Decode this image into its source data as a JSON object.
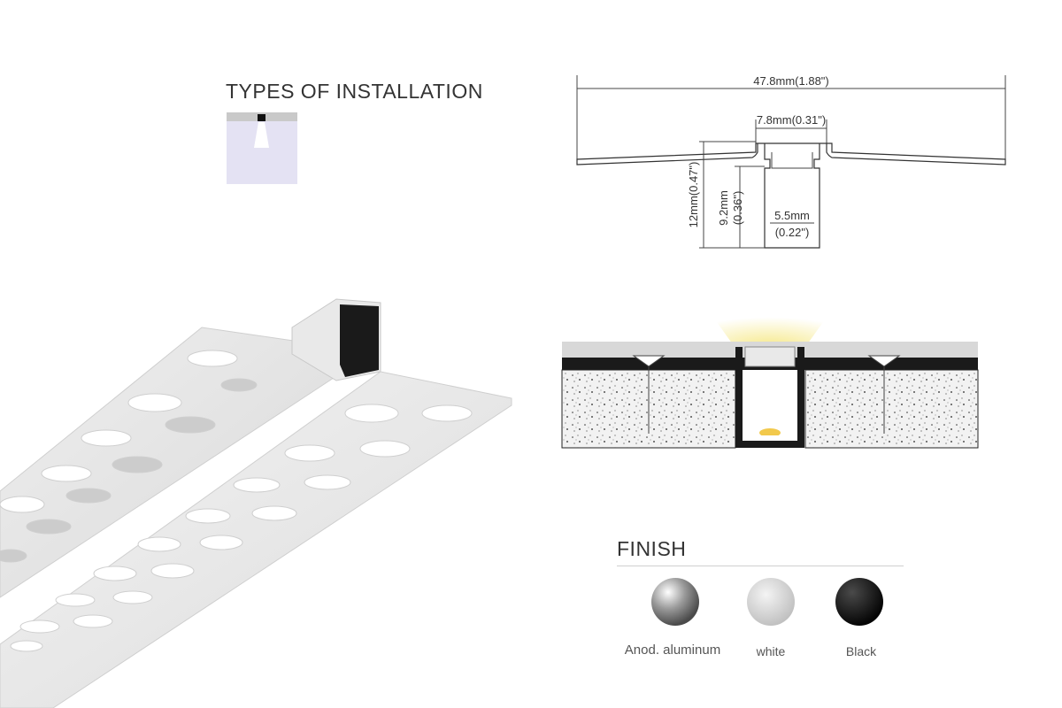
{
  "installation": {
    "title": "TYPES OF INSTALLATION"
  },
  "dimensions": {
    "overall_width": "47.8mm(1.88\")",
    "channel_width": "7.8mm(0.31\")",
    "total_height": "12mm(0.47\")",
    "inner_height_mm": "9.2mm",
    "inner_height_in": "(0.36\")",
    "inner_width_mm": "5.5mm",
    "inner_width_in": "(0.22\")"
  },
  "finish": {
    "title": "FINISH",
    "options": [
      {
        "label": "Anod. aluminum",
        "color": "#9a9a9a"
      },
      {
        "label": "white",
        "color": "#d8d8d8"
      },
      {
        "label": "Black",
        "color": "#111111"
      }
    ]
  },
  "colors": {
    "profile_aluminum": "#e6e6e6",
    "insert_black": "#1a1a1a",
    "light_yellow": "#f6e98a",
    "concrete": "#f2f2f2"
  }
}
